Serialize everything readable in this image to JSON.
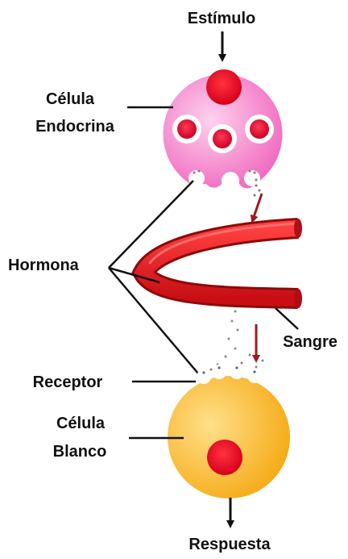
{
  "labels": {
    "stimulus": "Estímulo",
    "endocrine_cell_line1": "Célula",
    "endocrine_cell_line2": "Endocrina",
    "hormone": "Hormona",
    "blood": "Sangre",
    "receptor": "Receptor",
    "target_cell_line1": "Célula",
    "target_cell_line2": "Blanco",
    "response": "Respuesta"
  },
  "colors": {
    "endocrine_cell_fill": "#f47ac8",
    "endocrine_cell_light": "#ffd2ee",
    "nucleus": "#e8001c",
    "vessel": "#e21b22",
    "vessel_dark": "#8c0a0a",
    "flow_arrow": "#9b1c1c",
    "target_cell_fill": "#f8b81e",
    "target_cell_light": "#ffe08a",
    "line": "#111111"
  }
}
